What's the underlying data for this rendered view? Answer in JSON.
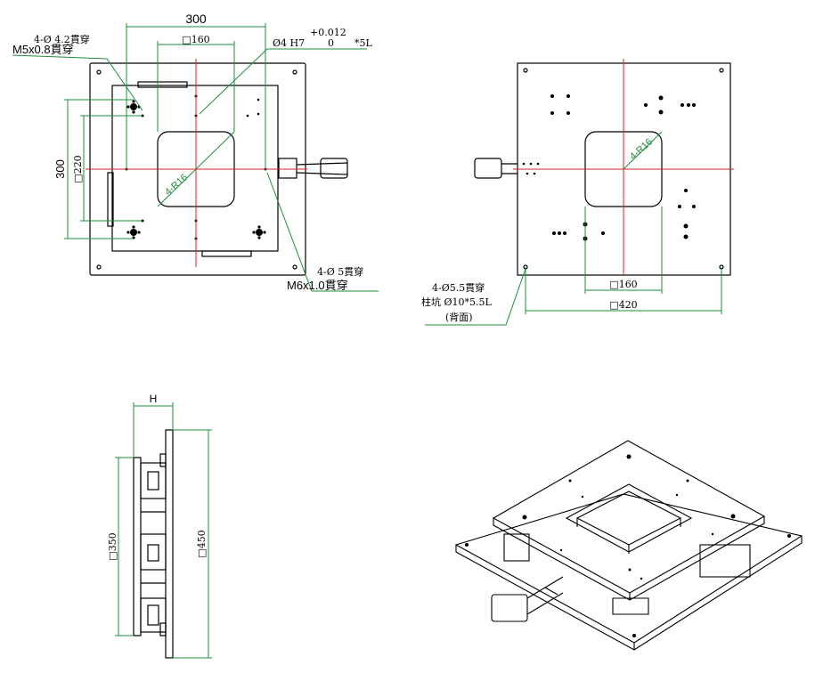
{
  "colors": {
    "line": "#000000",
    "centerline": "#d9262a",
    "dimension": "#1d8f3a",
    "background": "#ffffff"
  },
  "top_view": {
    "dim_width": "300",
    "dim_sq160": "□160",
    "dim_height": "300",
    "dim_sq220": "□220",
    "radius": "4-R16",
    "hole_a": "4-Ø 4.2貫穿",
    "hole_a_thread": "M5x0.8貫穿",
    "pin_tol": "+0.012",
    "pin_tol_lower": "0",
    "pin_hole": "Ø4 H7",
    "pin_depth": "*5L",
    "hole_b": "4-Ø 5貫穿",
    "hole_b_thread": "M6x1.0貫穿"
  },
  "bottom_view": {
    "radius": "4-R16",
    "dim_sq160": "□160",
    "dim_sq420": "□420",
    "hole_c": "4-Ø5.5貫穿",
    "counterbore": "柱坑 Ø10*5.5L",
    "note": "(背面)"
  },
  "side_view": {
    "dim_h": "H",
    "dim_sq350": "□350",
    "dim_sq450": "□450"
  }
}
